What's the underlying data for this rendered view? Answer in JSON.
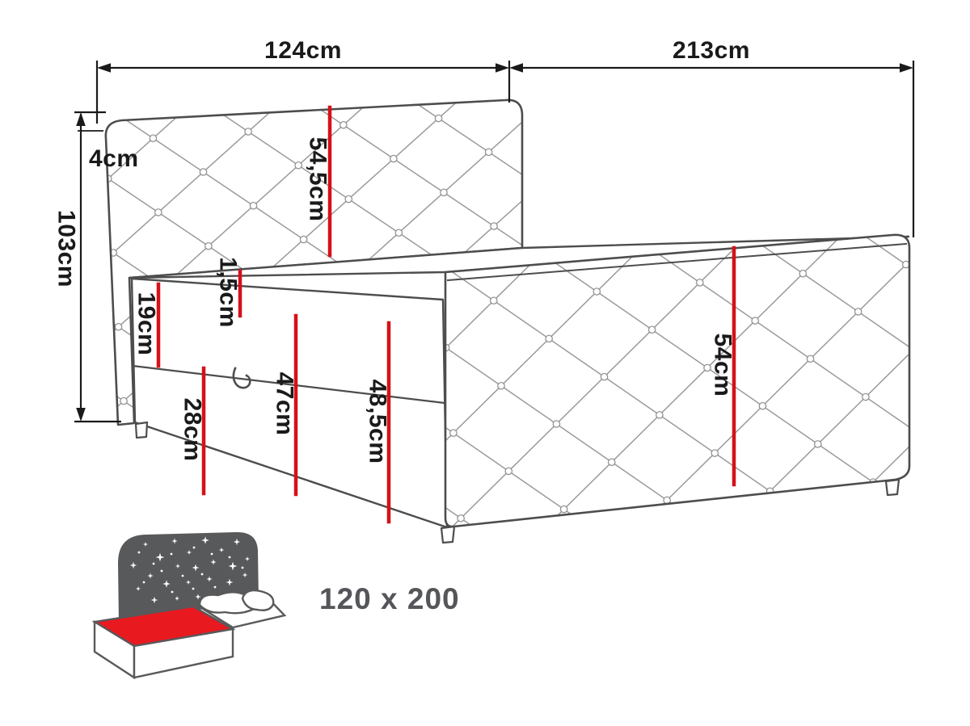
{
  "diagram": {
    "product": "upholstered-storage-bed-dimension-diagram",
    "dimensions": {
      "headboard_width": "124cm",
      "bed_length": "213cm",
      "headboard_top_offset": "4cm",
      "headboard_height": "103cm",
      "headboard_panel_height": "54,5cm",
      "mattress_side_height": "19cm",
      "rail_lip": "1,5cm",
      "base_height": "28cm",
      "side_total_height": "47cm",
      "foot_inner_height": "48,5cm",
      "footboard_height": "54cm"
    },
    "size_label": "120 x 200",
    "icons": {
      "storage_bed_icon": "bed-with-open-storage-and-pillows"
    },
    "colors": {
      "dimension_line_red": "#d61118",
      "outline_gray": "#4d4d4d",
      "dimension_black": "#1a1a1a",
      "icon_gray": "#58595b",
      "storage_red": "#e8191f"
    }
  }
}
